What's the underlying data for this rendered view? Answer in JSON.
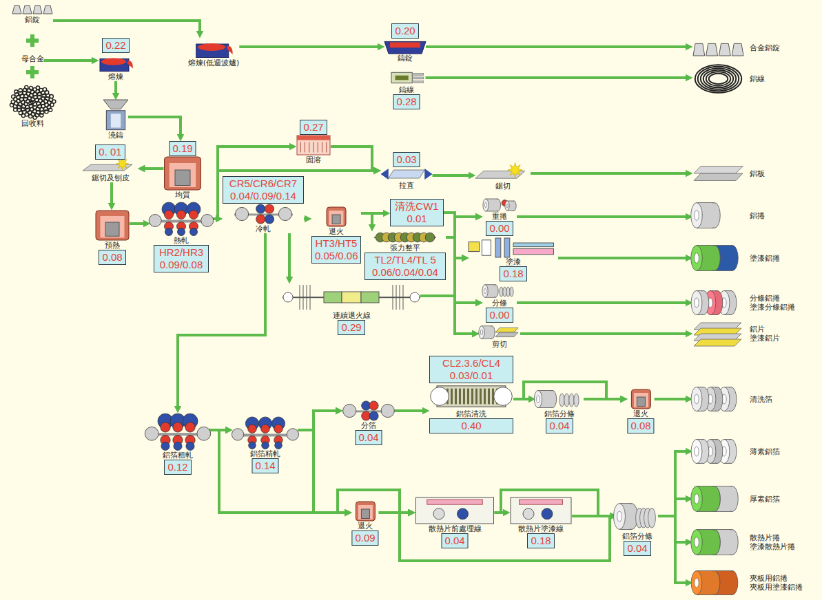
{
  "diagram": {
    "nodes": [
      {
        "text": [
          "鋁錠"
        ]
      },
      {
        "text": [
          "母合金"
        ]
      },
      {
        "text": [
          "回收料"
        ]
      },
      {
        "text": [
          "0.22",
          "熔煉"
        ]
      },
      {
        "text": [
          "熔煉(低週波爐)"
        ]
      },
      {
        "text": [
          "0.20",
          "鑄錠"
        ]
      },
      {
        "text": [
          "鑄線",
          "0.28"
        ]
      },
      {
        "text": [
          "澆鑄"
        ]
      },
      {
        "text": [
          "0. 01",
          "鋸切及刨皮"
        ]
      },
      {
        "text": [
          "0.19",
          "均質"
        ]
      },
      {
        "text": [
          "預熱",
          "0.08"
        ]
      },
      {
        "text": [
          "熱軋",
          "HR2/HR3 0.09/0.08"
        ]
      },
      {
        "text": [
          "CR5/CR6/CR7 0.04/0.09/0.14",
          "冷軋"
        ]
      },
      {
        "text": [
          "0.27",
          "固溶"
        ]
      },
      {
        "text": [
          "退火",
          "HT3/HT5 0.05/0.06"
        ]
      },
      {
        "text": [
          "0.03",
          "拉直"
        ]
      },
      {
        "text": [
          "鋸切"
        ]
      },
      {
        "text": [
          "清洗CW1 0.01"
        ]
      },
      {
        "text": [
          "張力整平",
          "TL2/TL4/TL 5 0.06/0.04/0.04"
        ]
      },
      {
        "text": [
          "連續退火線",
          "0.29"
        ]
      },
      {
        "text": [
          "重捲",
          "0.00"
        ]
      },
      {
        "text": [
          "塗漆",
          "0.18"
        ]
      },
      {
        "text": [
          "分條",
          "0.00"
        ]
      },
      {
        "text": [
          "剪切"
        ]
      },
      {
        "text": [
          "鋁箔粗軋",
          "0.12"
        ]
      },
      {
        "text": [
          "鋁箔精軋",
          "0.14"
        ]
      },
      {
        "text": [
          "分箔",
          "0.04"
        ]
      },
      {
        "text": [
          "CL2.3.6/CL4 0.03/0.01",
          "鋁箔清洗",
          "0.40"
        ]
      },
      {
        "text": [
          "鋁箔分條",
          "0.04"
        ]
      },
      {
        "text": [
          "退火",
          "0.08"
        ]
      },
      {
        "text": [
          "退火",
          "0.09"
        ]
      },
      {
        "text": [
          "散熱片前處理線",
          "0.04"
        ]
      },
      {
        "text": [
          "散熱片塗漆線",
          "0.18"
        ]
      },
      {
        "text": [
          "鋁箔分條",
          "0.04"
        ]
      },
      {
        "text": [
          "合金鋁錠"
        ]
      },
      {
        "text": [
          "鋁線"
        ]
      },
      {
        "text": [
          "鋁板"
        ]
      },
      {
        "text": [
          "鋁捲"
        ]
      },
      {
        "text": [
          "塗漆鋁捲"
        ]
      },
      {
        "text": [
          "分條鋁捲",
          "塗漆分條鋁捲"
        ]
      },
      {
        "text": [
          "鋁片",
          "塗漆鋁片"
        ]
      },
      {
        "text": [
          "清洗箔"
        ]
      },
      {
        "text": [
          "薄素鋁箔"
        ]
      },
      {
        "text": [
          "厚素鋁箔"
        ]
      },
      {
        "text": [
          "散熱片捲",
          "塗漆散熱片捲"
        ]
      },
      {
        "text": [
          "夾板用鋁捲",
          "夾板用塗漆鋁捲"
        ]
      }
    ],
    "edges": [
      {
        "from": 0,
        "to": 4,
        "arrow": "to"
      },
      {
        "from": 1,
        "to": 3,
        "arrow": "to"
      },
      {
        "from": 4,
        "to": 5,
        "arrow": "to"
      },
      {
        "from": 5,
        "to": 34,
        "arrow": "to"
      },
      {
        "from": 6,
        "to": 35,
        "arrow": "to"
      },
      {
        "from": 3,
        "to": 7,
        "arrow": "to"
      },
      {
        "from": 7,
        "to": 9,
        "arrow": "to"
      },
      {
        "from": 9,
        "to": 8,
        "arrow": "to"
      },
      {
        "from": 8,
        "to": 10,
        "arrow": "to"
      },
      {
        "from": 10,
        "to": 11,
        "arrow": "to"
      },
      {
        "from": 11,
        "to": 12,
        "arrow": "to"
      },
      {
        "from": 11,
        "to": 13,
        "arrow": "to"
      },
      {
        "from": 11,
        "to": 15,
        "arrow": "to"
      },
      {
        "from": 13,
        "to": 15,
        "arrow": "to"
      },
      {
        "from": 15,
        "to": 16,
        "arrow": "to"
      },
      {
        "from": 16,
        "to": 36,
        "arrow": "to"
      },
      {
        "from": 12,
        "to": 14,
        "arrow": "to"
      },
      {
        "from": 12,
        "to": 19,
        "arrow": "to"
      },
      {
        "from": 12,
        "to": 24,
        "arrow": "to"
      },
      {
        "from": 14,
        "to": 17,
        "arrow": "to"
      },
      {
        "from": 14,
        "to": 18,
        "arrow": "to"
      },
      {
        "from": 17,
        "to": 20,
        "arrow": "to"
      },
      {
        "from": 17,
        "to": 21,
        "arrow": "to"
      },
      {
        "from": 17,
        "to": 22,
        "arrow": "to"
      },
      {
        "from": 17,
        "to": 23,
        "arrow": "to"
      },
      {
        "from": 18,
        "to": 20,
        "arrow": "to"
      },
      {
        "from": 18,
        "to": 21,
        "arrow": "to"
      },
      {
        "from": 18,
        "to": 22,
        "arrow": "to"
      },
      {
        "from": 18,
        "to": 23,
        "arrow": "to"
      },
      {
        "from": 19,
        "to": 20,
        "arrow": "to"
      },
      {
        "from": 19,
        "to": 21,
        "arrow": "to"
      },
      {
        "from": 19,
        "to": 22,
        "arrow": "to"
      },
      {
        "from": 19,
        "to": 23,
        "arrow": "to"
      },
      {
        "from": 20,
        "to": 37,
        "arrow": "to"
      },
      {
        "from": 21,
        "to": 38,
        "arrow": "to"
      },
      {
        "from": 22,
        "to": 39,
        "arrow": "to"
      },
      {
        "from": 23,
        "to": 40,
        "arrow": "to"
      },
      {
        "from": 24,
        "to": 25,
        "arrow": "to"
      },
      {
        "from": 24,
        "to": 30,
        "arrow": "to"
      },
      {
        "from": 25,
        "to": 26,
        "arrow": "to"
      },
      {
        "from": 25,
        "to": 30,
        "arrow": "to"
      },
      {
        "from": 25,
        "to": 31,
        "arrow": "to"
      },
      {
        "from": 30,
        "to": 31,
        "arrow": "to"
      },
      {
        "from": 30,
        "to": 33,
        "arrow": "to"
      },
      {
        "from": 31,
        "to": 32,
        "arrow": "to"
      },
      {
        "from": 31,
        "to": 33,
        "arrow": "to"
      },
      {
        "from": 32,
        "to": 33,
        "arrow": "to"
      },
      {
        "from": 33,
        "to": 42,
        "arrow": "to"
      },
      {
        "from": 33,
        "to": 43,
        "arrow": "to"
      },
      {
        "from": 33,
        "to": 44,
        "arrow": "to"
      },
      {
        "from": 33,
        "to": 45,
        "arrow": "to"
      },
      {
        "from": 26,
        "to": 27,
        "arrow": "to"
      },
      {
        "from": 27,
        "to": 28,
        "arrow": "to"
      },
      {
        "from": 27,
        "to": 29,
        "arrow": "to"
      },
      {
        "from": 28,
        "to": 29,
        "arrow": "to"
      },
      {
        "from": 29,
        "to": 41,
        "arrow": "to"
      }
    ]
  }
}
